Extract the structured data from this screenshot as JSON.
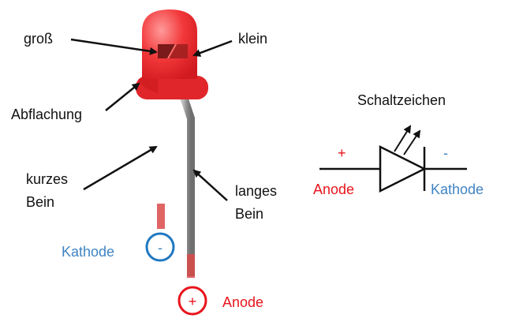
{
  "labels": {
    "gross": "groß",
    "klein": "klein",
    "abflachung": "Abflachung",
    "kurzes_line1": "kurzes",
    "kurzes_line2": "Bein",
    "langes_line1": "langes",
    "langes_line2": "Bein",
    "kathode_left": "Kathode",
    "anode_bottom": "Anode",
    "minus_circle": "-",
    "plus_circle": "+"
  },
  "symbol": {
    "title": "Schaltzeichen",
    "plus": "+",
    "minus": "-",
    "anode": "Anode",
    "kathode": "Kathode"
  },
  "colors": {
    "anode": "#e8141c",
    "kathode": "#3f84c4",
    "led_body": "#f2383a",
    "legs": "#8a8a8a"
  }
}
